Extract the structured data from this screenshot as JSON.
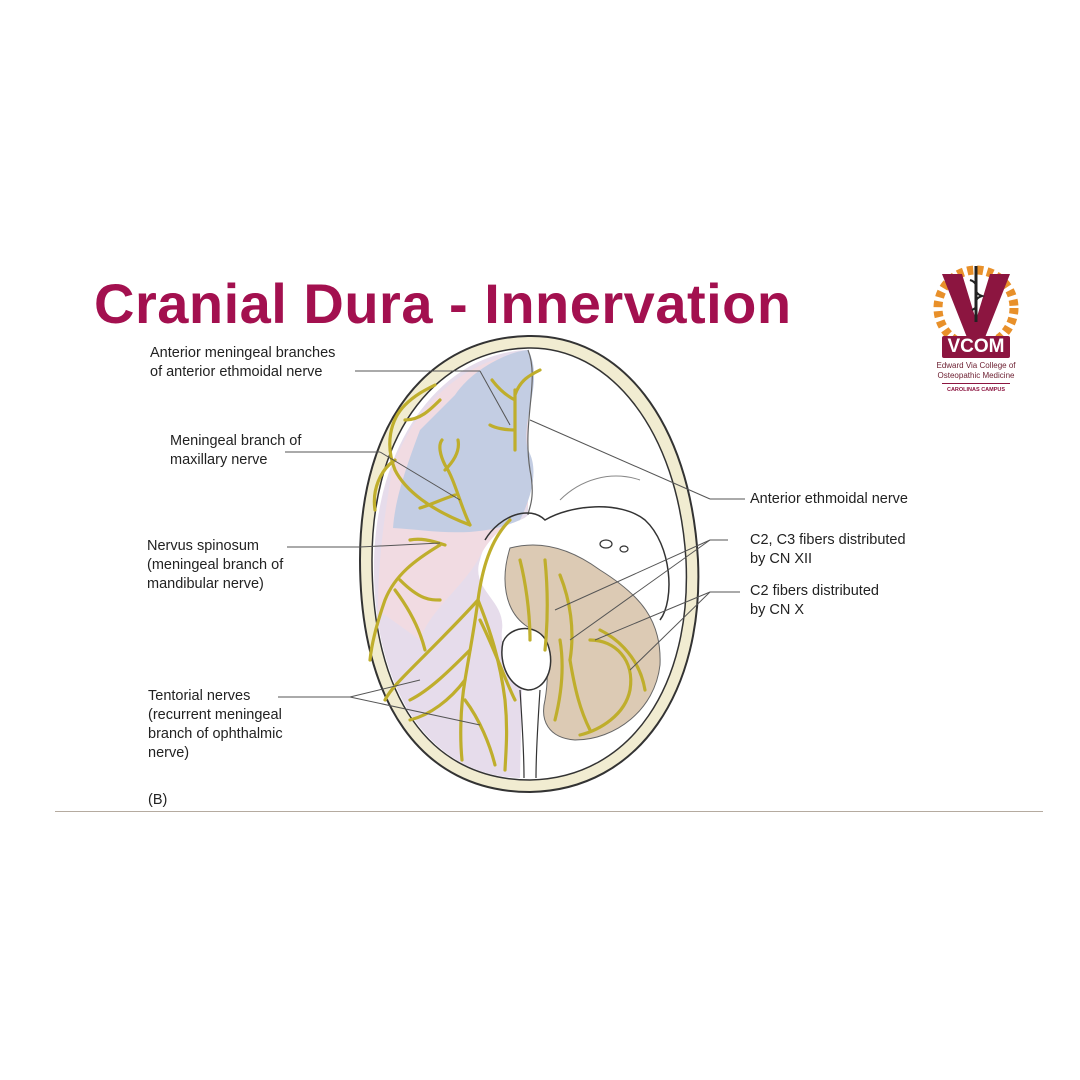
{
  "title": "Cranial Dura - Innervation",
  "labels": {
    "anterior_meningeal": [
      "Anterior meningeal branches",
      "of anterior ethmoidal nerve"
    ],
    "maxillary": [
      "Meningeal branch of",
      "maxillary nerve"
    ],
    "spinosum": [
      "Nervus spinosum",
      "(meningeal branch of",
      "mandibular nerve)"
    ],
    "tentorial": [
      "Tentorial nerves",
      "(recurrent meningeal",
      "branch of ophthalmic",
      "nerve)"
    ],
    "anterior_ethmoidal": "Anterior ethmoidal nerve",
    "c2c3": [
      "C2, C3 fibers distributed",
      "by CN XII"
    ],
    "c2": [
      "C2 fibers distributed",
      "by CN X"
    ],
    "panel": "(B)"
  },
  "logo": {
    "name": "VCOM",
    "subtitle_1": "Edward Via College of",
    "subtitle_2": "Osteopathic Medicine",
    "campus": "CAROLINAS CAMPUS"
  },
  "colors": {
    "title": "#a3104f",
    "nerve": "#bfae2c",
    "skull": "#f1ecd1",
    "blue_zone": "#c3cde3",
    "pink_zone": "#f1dbe2",
    "lavender_zone": "#e6dceb",
    "tan_zone": "#dccab4",
    "logo_maroon": "#8c1540",
    "logo_orange": "#e8902a"
  }
}
